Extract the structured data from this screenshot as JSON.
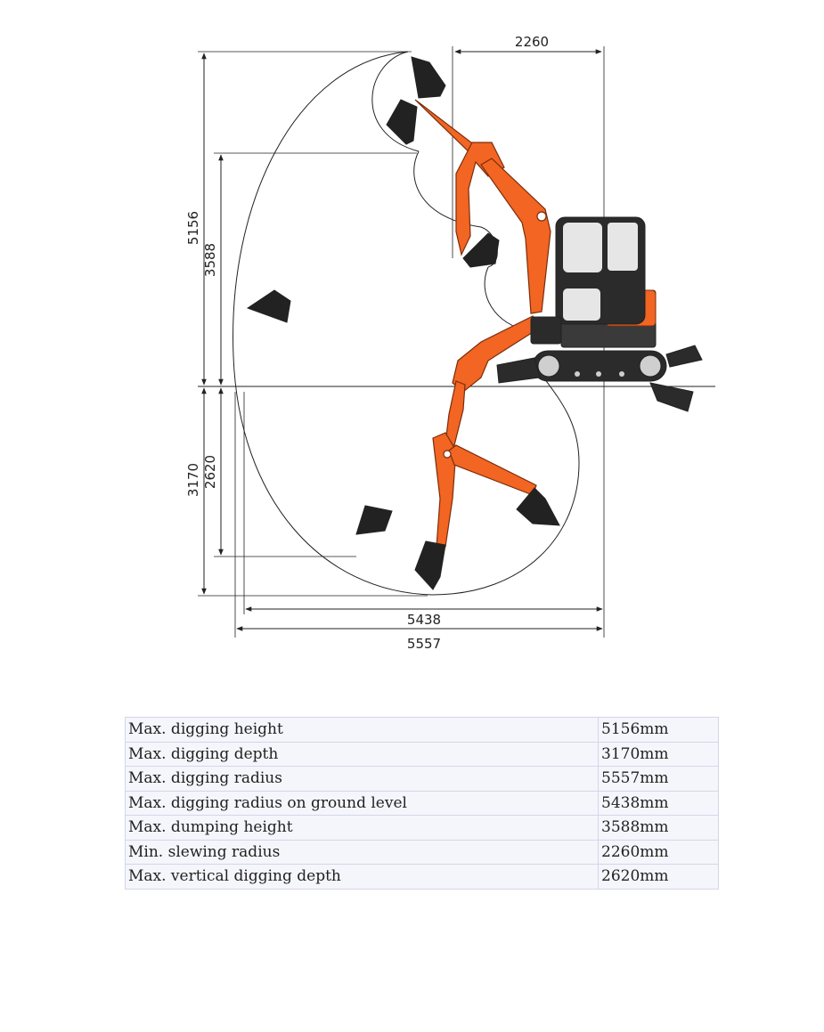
{
  "diagram": {
    "dimensions": {
      "min_slewing_radius": "2260",
      "max_digging_height": "5156",
      "max_dumping_height": "3588",
      "max_digging_depth": "3170",
      "max_vertical_digging_depth": "2620",
      "radius_ground_level": "5438",
      "max_digging_radius": "5557"
    },
    "colors": {
      "arm": "#f26522",
      "body": "#333333",
      "cab_glass": "#e6e6e6",
      "line": "#222222"
    }
  },
  "specs": [
    {
      "label": "Max. digging height",
      "value": "5156mm"
    },
    {
      "label": "Max. digging depth",
      "value": "3170mm"
    },
    {
      "label": "Max. digging radius",
      "value": "5557mm"
    },
    {
      "label": "Max. digging radius on ground level",
      "value": "5438mm"
    },
    {
      "label": "Max. dumping height",
      "value": "3588mm"
    },
    {
      "label": "Min. slewing radius",
      "value": "2260mm"
    },
    {
      "label": "Max. vertical digging depth",
      "value": "2620mm"
    }
  ]
}
